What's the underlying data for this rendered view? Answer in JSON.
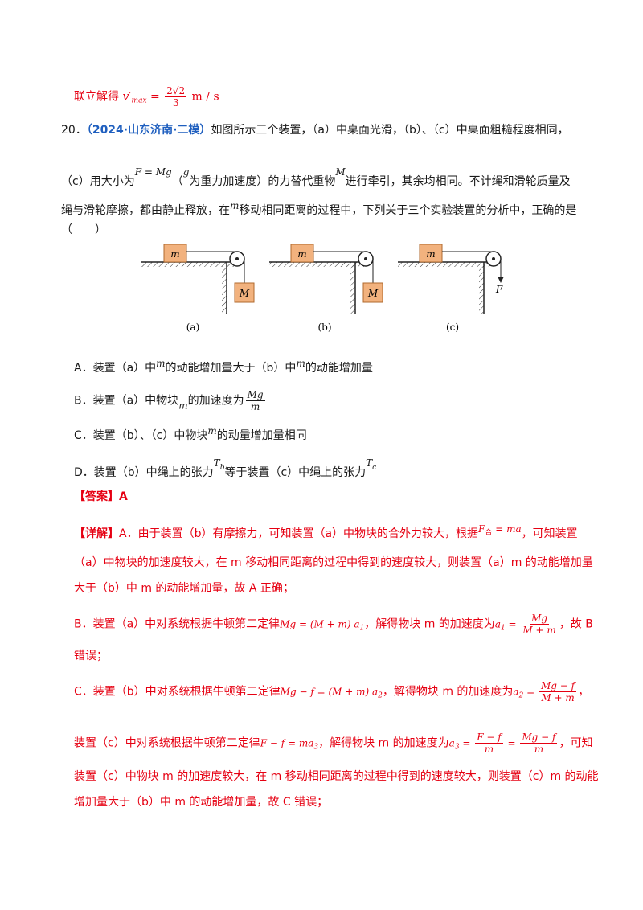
{
  "top": {
    "prefix": "联立解得",
    "formula_lhs": "v′",
    "formula_sub": "max",
    "formula_eq": " = ",
    "frac_num": "2√2",
    "frac_den": "3",
    "unit": "m / s"
  },
  "question": {
    "number": "20．",
    "source": "（2024·山东济南·二模）",
    "line1": "如图所示三个装置，（a）中桌面光滑，（b）、（c）中桌面粗糙程度相同，",
    "line2_a": "（c）用大小为",
    "line2_F": "F = Mg",
    "line2_b": "（",
    "line2_g": "g",
    "line2_c": "为重力加速度）的力替代重物",
    "line2_M": "M",
    "line2_d": "进行牵引，其余均相同。不计绳和滑轮质量及",
    "line3_a": "绳与滑轮摩擦，都由静止释放，在",
    "line3_m": "m",
    "line3_b": "移动相同距离的过程中，下列关于三个实验装置的分析中，正确的是",
    "line4": "（　　）"
  },
  "figure": {
    "block_m": "m",
    "block_M": "M",
    "force": "F",
    "labels": [
      "(a)",
      "(b)",
      "(c)"
    ]
  },
  "options": {
    "A_pre": "A．装置（a）中",
    "A_m1": "m",
    "A_mid": "的动能增加量大于（b）中",
    "A_m2": "m",
    "A_post": "的动能增加量",
    "B_pre": "B．装置（a）中物块",
    "B_m": "m",
    "B_mid": "的加速度为",
    "B_num": "Mg",
    "B_den": "m",
    "C_pre": "C．装置（b）、（c）中物块",
    "C_m": "m",
    "C_post": "的动量增加量相同",
    "D_pre": "D．装置（b）中绳上的张力",
    "D_T1": "T",
    "D_T1_sub": "b",
    "D_mid": "等于装置（c）中绳上的张力",
    "D_T2": "T",
    "D_T2_sub": "c"
  },
  "answer": {
    "label": "【答案】",
    "value": "A"
  },
  "detail": {
    "label": "【详解】",
    "p1_a": "A．由于装置（b）有摩擦力，可知装置（a）中物块的合外力较大，根据",
    "p1_F": "F",
    "p1_Fsub": "合",
    "p1_eq": " = ma",
    "p1_b": "，可知装置",
    "p2": "（a）中物块的加速度较大，在 m 移动相同距离的过程中得到的速度较大，则装置（a）m 的动能增加量",
    "p3": "大于（b）中 m 的动能增加量，故 A 正确；",
    "p4_a": "B．装置（a）中对系统根据牛顿第二定律",
    "p4_eq": "Mg = (M + m) a",
    "p4_sub": "1",
    "p4_b": "，解得物块 m 的加速度为",
    "p4_a1": "a",
    "p4_a1sub": "1",
    "p4_num": "Mg",
    "p4_den": "M + m",
    "p4_c": "，故 B",
    "p5": "错误；",
    "p6_a": "C．装置（b）中对系统根据牛顿第二定律",
    "p6_eq": "Mg − f = (M + m) a",
    "p6_sub": "2",
    "p6_b": "，解得物块 m 的加速度为",
    "p6_a2": "a",
    "p6_a2sub": "2",
    "p6_num": "Mg − f",
    "p6_den": "M + m",
    "p6_c": "，",
    "p7_a": "装置（c）中对系统根据牛顿第二定律",
    "p7_eq": "F − f = ma",
    "p7_sub": "3",
    "p7_b": "，解得物块 m 的加速度为",
    "p7_a3": "a",
    "p7_a3sub": "3",
    "p7_num1": "F − f",
    "p7_den1": "m",
    "p7_num2": "Mg − f",
    "p7_den2": "m",
    "p7_c": "，可知",
    "p8": "装置（c）中物块 m 的加速度较大，在 m 移动相同距离的过程中得到的速度较大，则装置（c）m 的动能",
    "p9": "增加量大于（b）中 m 的动能增加量，故 C 错误；"
  }
}
